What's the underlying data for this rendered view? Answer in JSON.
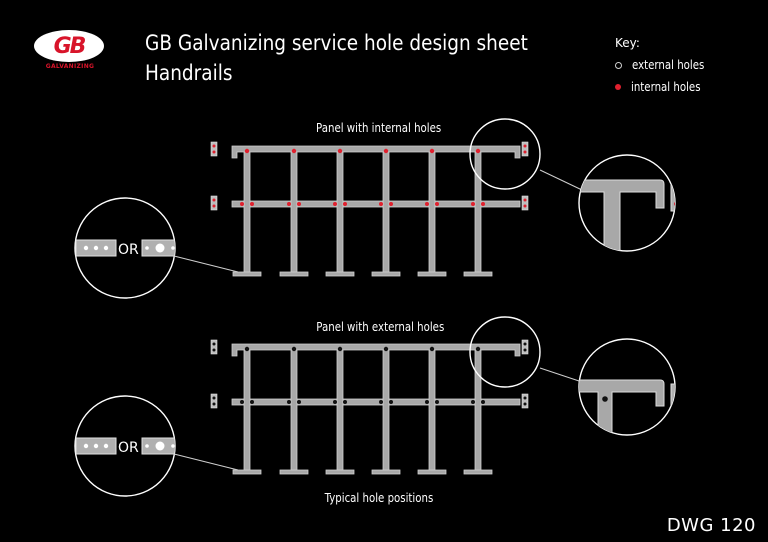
{
  "logo": {
    "letters": "GB",
    "subtext": "GALVANIZING"
  },
  "header": {
    "title_line1": "GB Galvanizing service hole design sheet",
    "title_line2": "Handrails"
  },
  "key": {
    "heading": "Key:",
    "external_label": "external holes",
    "internal_label": "internal holes"
  },
  "panels": {
    "top_label": "Panel with internal holes",
    "bottom_label": "Panel with external holes",
    "caption": "Typical hole positions"
  },
  "detail_or": "OR",
  "drawing_no": "DWG 120",
  "colors": {
    "rail": "#a8a8a8",
    "rail_stroke": "#cfcfcf",
    "internal_hole": "#e0202e",
    "external_hole": "#111111",
    "circle": "#ffffff",
    "background": "#000000"
  }
}
